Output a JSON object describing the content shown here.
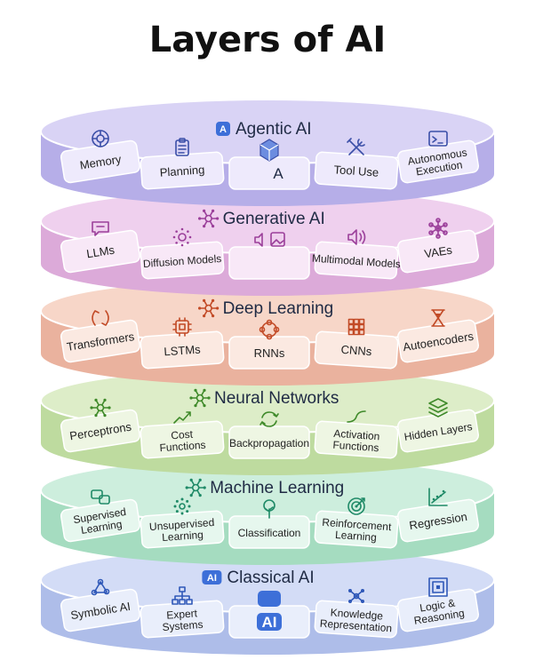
{
  "title": "Layers of AI",
  "layers": [
    {
      "name": "Agentic AI",
      "colors": {
        "top": "#d9d3f5",
        "side": "#b6aee8",
        "chip": "#eeeafc",
        "icon": "#3b4fa8"
      },
      "chips": [
        {
          "label": "Memory",
          "icon": "brain-icon"
        },
        {
          "label": "Planning",
          "icon": "clipboard-icon"
        },
        {
          "label": "A",
          "icon": "agent-cube-icon"
        },
        {
          "label": "Tool Use",
          "icon": "tools-icon"
        },
        {
          "label": "Autonomous Execution",
          "icon": "terminal-icon"
        }
      ]
    },
    {
      "name": "Generative AI",
      "colors": {
        "top": "#efd0ee",
        "side": "#dcaad9",
        "chip": "#f8e8f7",
        "icon": "#9b3f9a"
      },
      "chips": [
        {
          "label": "LLMs",
          "icon": "chat-icon"
        },
        {
          "label": "Diffusion Models",
          "icon": "diffusion-icon"
        },
        {
          "label": "",
          "icon": "speaker-image-icon"
        },
        {
          "label": "Multimodal Models",
          "icon": "speaker-icon"
        },
        {
          "label": "VAEs",
          "icon": "vae-network-icon"
        }
      ]
    },
    {
      "name": "Deep Learning",
      "colors": {
        "top": "#f7d6c8",
        "side": "#eab29e",
        "chip": "#fbe9e1",
        "icon": "#c24a26"
      },
      "chips": [
        {
          "label": "Transformers",
          "icon": "transformer-icon"
        },
        {
          "label": "LSTMs",
          "icon": "chip-icon"
        },
        {
          "label": "RNNs",
          "icon": "loop-icon"
        },
        {
          "label": "CNNs",
          "icon": "grid-icon"
        },
        {
          "label": "Autoencoders",
          "icon": "hourglass-icon"
        }
      ]
    },
    {
      "name": "Neural Networks",
      "colors": {
        "top": "#ddedc8",
        "side": "#bedb9f",
        "chip": "#eef6e3",
        "icon": "#3f8a2a"
      },
      "chips": [
        {
          "label": "Perceptrons",
          "icon": "neuron-icon"
        },
        {
          "label": "Cost Functions",
          "icon": "trend-icon"
        },
        {
          "label": "Backpropagation",
          "icon": "arrows-cycle-icon"
        },
        {
          "label": "Activation Functions",
          "icon": "activation-curve-icon"
        },
        {
          "label": "Hidden Layers",
          "icon": "layers-icon"
        }
      ]
    },
    {
      "name": "Machine Learning",
      "colors": {
        "top": "#cdeedd",
        "side": "#a5dcc0",
        "chip": "#e6f7ee",
        "icon": "#1f8a67"
      },
      "chips": [
        {
          "label": "Supervised Learning",
          "icon": "speech-bubbles-icon"
        },
        {
          "label": "Unsupervised Learning",
          "icon": "cluster-icon"
        },
        {
          "label": "Classification",
          "icon": "tree-icon"
        },
        {
          "label": "Reinforcement Learning",
          "icon": "target-icon"
        },
        {
          "label": "Regression",
          "icon": "scatter-line-icon"
        }
      ]
    },
    {
      "name": "Classical AI",
      "colors": {
        "top": "#d3dcf6",
        "side": "#aebde9",
        "chip": "#e9eefb",
        "icon": "#2f58b8"
      },
      "chips": [
        {
          "label": "Symbolic AI",
          "icon": "graph-nodes-icon"
        },
        {
          "label": "Expert Systems",
          "icon": "hierarchy-icon"
        },
        {
          "label": "AI",
          "icon": "ai-badge-icon"
        },
        {
          "label": "Knowledge Representation",
          "icon": "knowledge-graph-icon"
        },
        {
          "label": "Logic & Reasoning",
          "icon": "maze-icon"
        }
      ]
    }
  ],
  "title_badges": {
    "Agentic AI": "A",
    "Classical AI": "AI"
  }
}
